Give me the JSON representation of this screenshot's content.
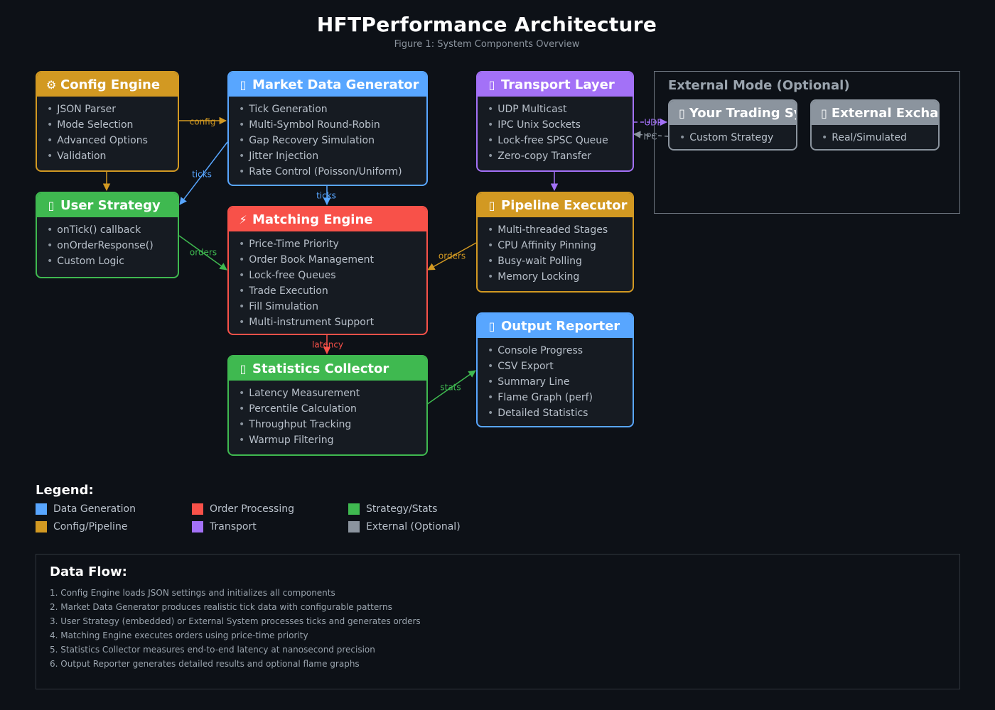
{
  "header": {
    "title": "HFTPerformance Architecture",
    "subtitle": "Figure 1: System Components Overview"
  },
  "colors": {
    "blue": "#58a6ff",
    "red": "#f85149",
    "green": "#3fb950",
    "orange": "#d29922",
    "purple": "#a371f7",
    "gray": "#8b949e"
  },
  "components": [
    {
      "id": "config",
      "title": "Config Engine",
      "icon": "gear-icon",
      "glyph": "⚙",
      "color": "orange",
      "items": [
        "JSON Parser",
        "Mode Selection",
        "Advanced Options",
        "Validation"
      ]
    },
    {
      "id": "market",
      "title": "Market Data Generator",
      "icon": "missing-glyph-icon",
      "glyph": "▯",
      "color": "blue",
      "items": [
        "Tick Generation",
        "Multi-Symbol Round-Robin",
        "Gap Recovery Simulation",
        "Jitter Injection",
        "Rate Control (Poisson/Uniform)"
      ]
    },
    {
      "id": "transport",
      "title": "Transport Layer",
      "icon": "missing-glyph-icon",
      "glyph": "▯",
      "color": "purple",
      "items": [
        "UDP Multicast",
        "IPC Unix Sockets",
        "Lock-free SPSC Queue",
        "Zero-copy Transfer"
      ]
    },
    {
      "id": "strategy",
      "title": "User Strategy",
      "icon": "missing-glyph-icon",
      "glyph": "▯",
      "color": "green",
      "items": [
        "onTick() callback",
        "onOrderResponse()",
        "Custom Logic"
      ]
    },
    {
      "id": "matching",
      "title": "Matching Engine",
      "icon": "lightning-icon",
      "glyph": "⚡",
      "color": "red",
      "items": [
        "Price-Time Priority",
        "Order Book Management",
        "Lock-free Queues",
        "Trade Execution",
        "Fill Simulation",
        "Multi-instrument Support"
      ]
    },
    {
      "id": "pipeline",
      "title": "Pipeline Executor",
      "icon": "missing-glyph-icon",
      "glyph": "▯",
      "color": "orange",
      "items": [
        "Multi-threaded Stages",
        "CPU Affinity Pinning",
        "Busy-wait Polling",
        "Memory Locking"
      ]
    },
    {
      "id": "stats",
      "title": "Statistics Collector",
      "icon": "missing-glyph-icon",
      "glyph": "▯",
      "color": "green",
      "items": [
        "Latency Measurement",
        "Percentile Calculation",
        "Throughput Tracking",
        "Warmup Filtering"
      ]
    },
    {
      "id": "reporter",
      "title": "Output Reporter",
      "icon": "missing-glyph-icon",
      "glyph": "▯",
      "color": "blue",
      "items": [
        "Console Progress",
        "CSV Export",
        "Summary Line",
        "Flame Graph (perf)",
        "Detailed Statistics"
      ]
    }
  ],
  "external": {
    "title": "External Mode (Optional)",
    "boxes": [
      {
        "id": "trading",
        "title": "Your Trading System",
        "icon": "missing-glyph-icon",
        "glyph": "▯",
        "color": "gray",
        "items": [
          "Custom Strategy"
        ]
      },
      {
        "id": "exchange",
        "title": "External Exchange",
        "icon": "missing-glyph-icon",
        "glyph": "▯",
        "color": "gray",
        "items": [
          "Real/Simulated"
        ]
      }
    ]
  },
  "edges": [
    {
      "id": "config-market",
      "label": "config",
      "color": "orange",
      "dashed": false
    },
    {
      "id": "config-strategy",
      "label": "",
      "color": "orange",
      "dashed": false
    },
    {
      "id": "market-strategy",
      "label": "ticks",
      "color": "blue",
      "dashed": false
    },
    {
      "id": "market-matching",
      "label": "ticks",
      "color": "blue",
      "dashed": false
    },
    {
      "id": "strategy-matching",
      "label": "orders",
      "color": "green",
      "dashed": false
    },
    {
      "id": "pipeline-matching",
      "label": "orders",
      "color": "orange",
      "dashed": false
    },
    {
      "id": "transport-pipeline",
      "label": "",
      "color": "purple",
      "dashed": false
    },
    {
      "id": "matching-stats",
      "label": "latency",
      "color": "red",
      "dashed": false
    },
    {
      "id": "stats-reporter",
      "label": "stats",
      "color": "green",
      "dashed": false
    },
    {
      "id": "transport-trading",
      "label": "UDP",
      "color": "purple",
      "dashed": true
    },
    {
      "id": "trading-transport",
      "label": "IPC",
      "color": "gray",
      "dashed": true
    }
  ],
  "legend": {
    "title": "Legend:",
    "items": [
      {
        "label": "Data Generation",
        "color": "blue"
      },
      {
        "label": "Order Processing",
        "color": "red"
      },
      {
        "label": "Strategy/Stats",
        "color": "green"
      },
      {
        "label": "Config/Pipeline",
        "color": "orange"
      },
      {
        "label": "Transport",
        "color": "purple"
      },
      {
        "label": "External (Optional)",
        "color": "gray"
      }
    ]
  },
  "data_flow": {
    "title": "Data Flow:",
    "steps": [
      "1. Config Engine loads JSON settings and initializes all components",
      "2. Market Data Generator produces realistic tick data with configurable patterns",
      "3. User Strategy (embedded) or External System processes ticks and generates orders",
      "4. Matching Engine executes orders using price-time priority",
      "5. Statistics Collector measures end-to-end latency at nanosecond precision",
      "6. Output Reporter generates detailed results and optional flame graphs"
    ]
  }
}
